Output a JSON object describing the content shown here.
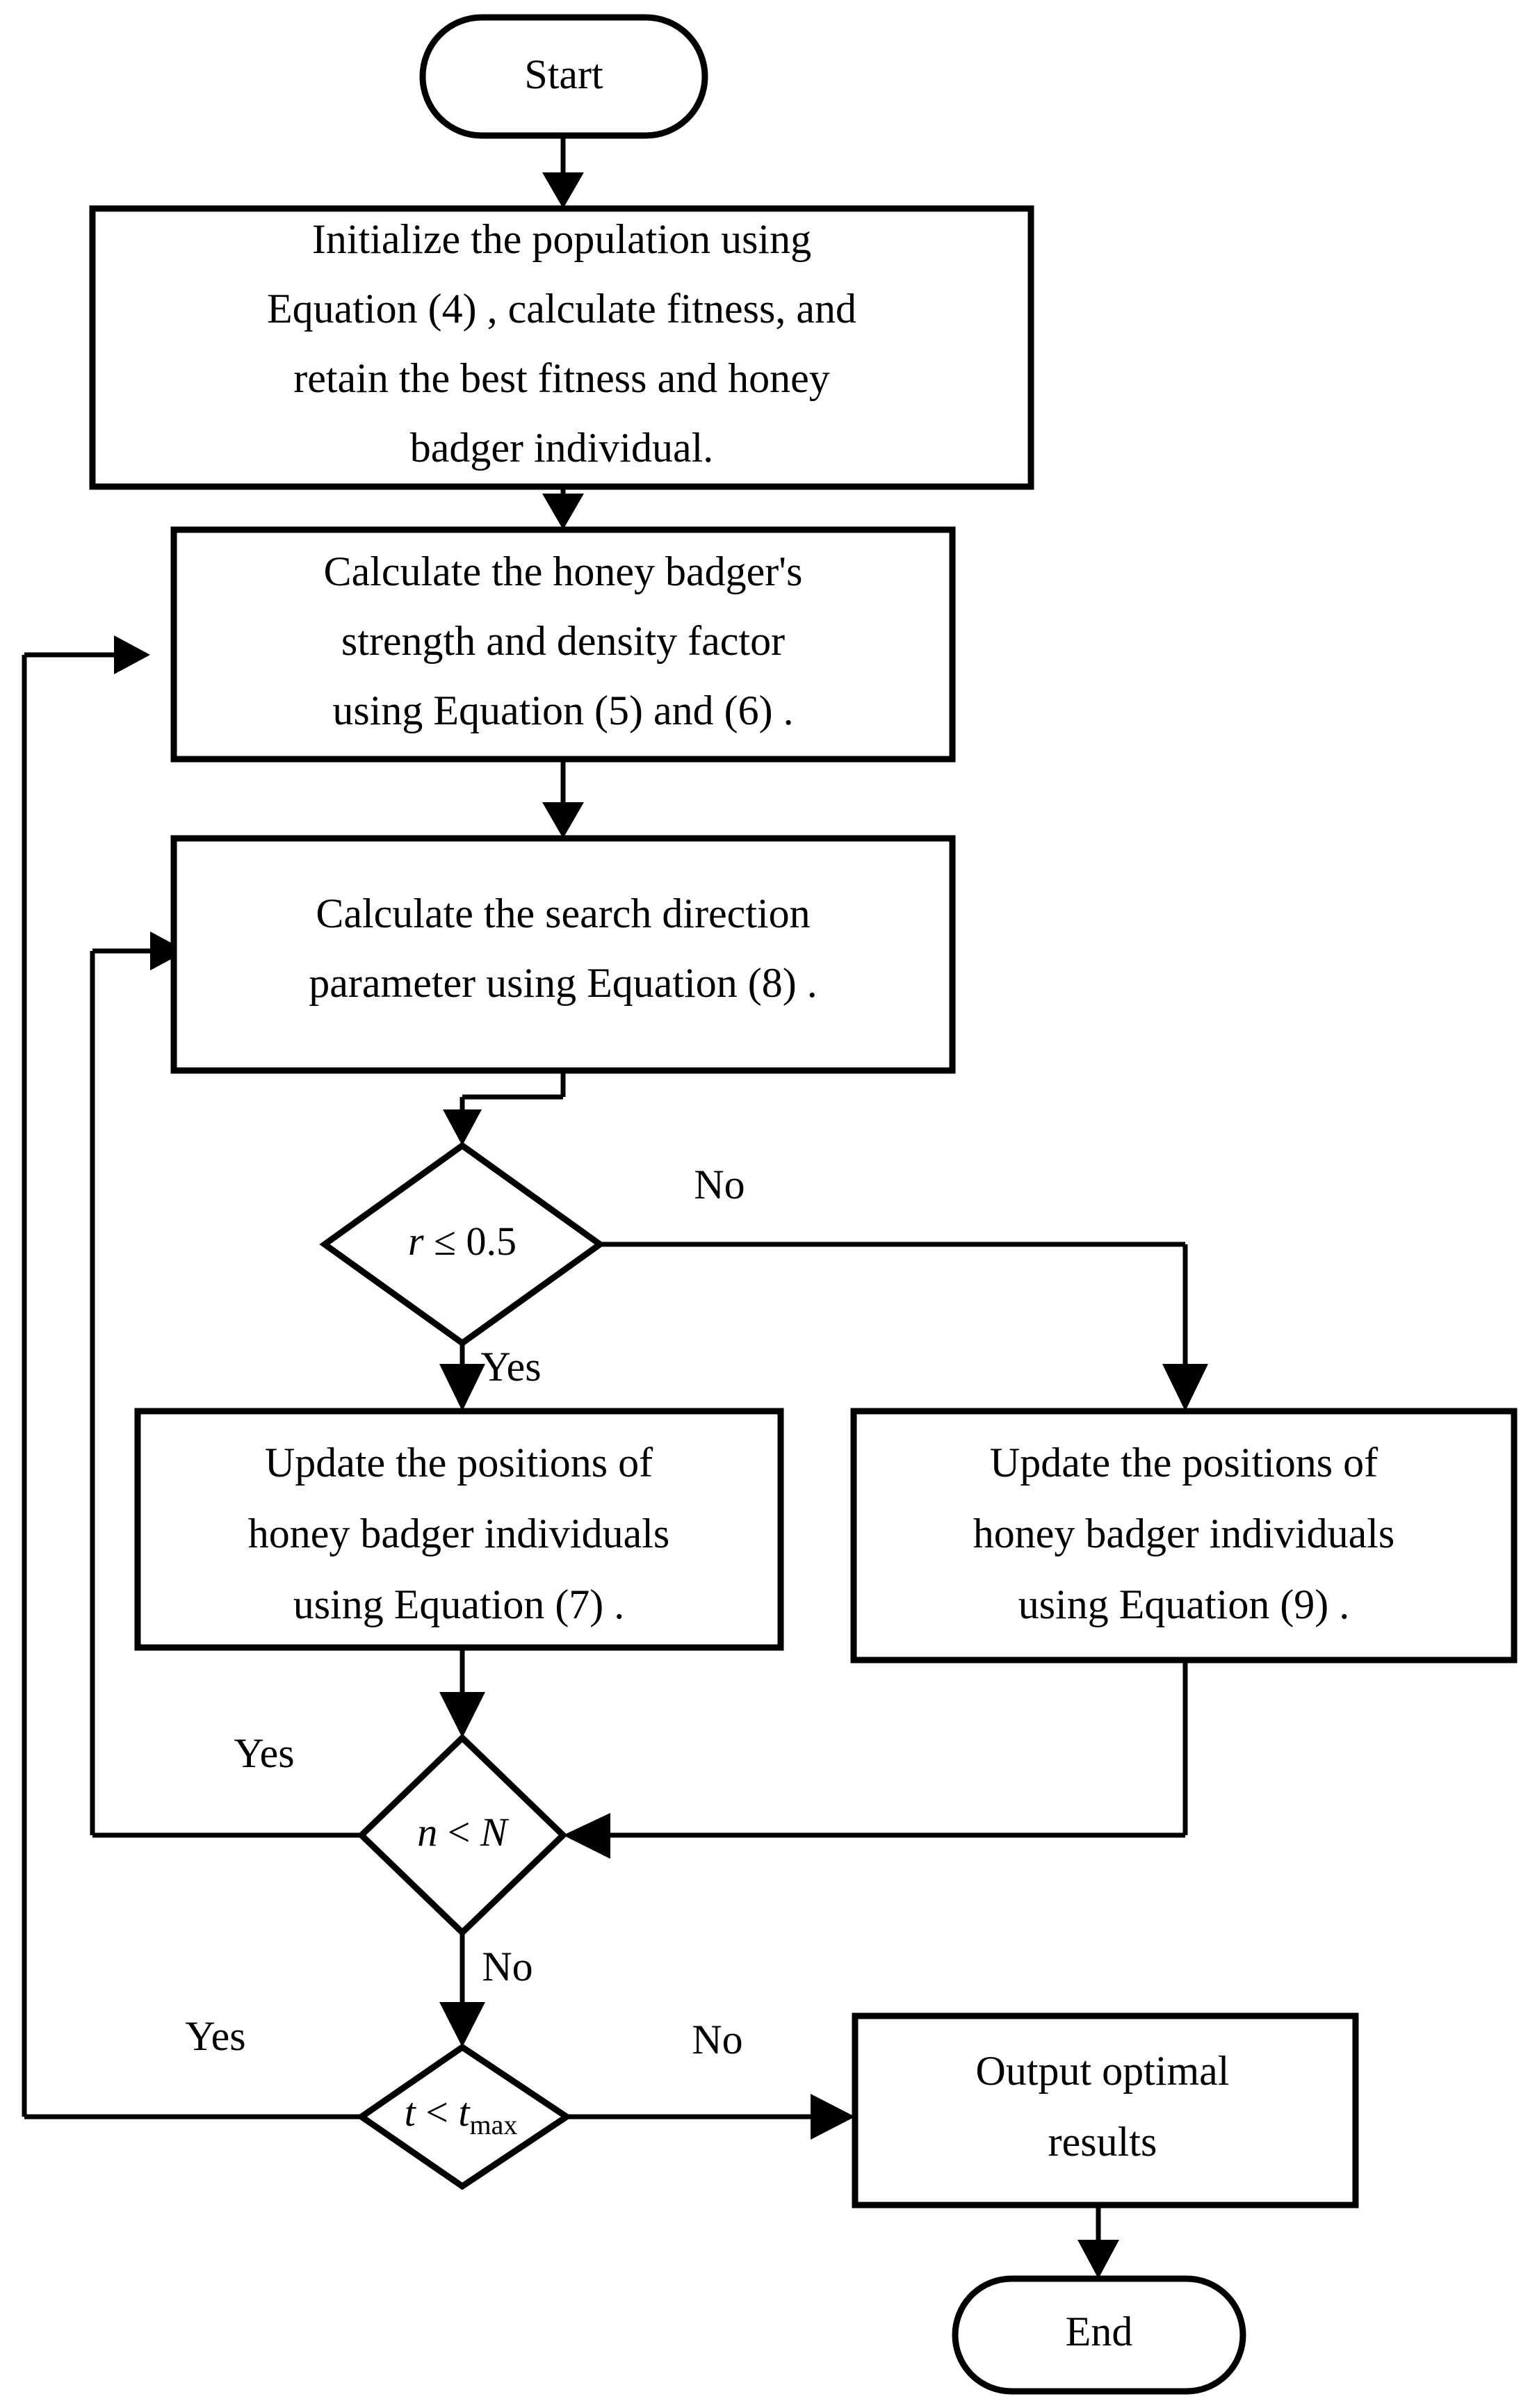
{
  "diagram": {
    "title": "Honey Badger Algorithm Flowchart",
    "background_color": "#ffffff",
    "line_color": "#000000",
    "text_color": "#000000"
  },
  "nodes": {
    "start": {
      "label": "Start",
      "shape": "rounded-terminator"
    },
    "init": {
      "line1": "Initialize the population using",
      "line2": "Equation (4) , calculate fitness, and",
      "line3": "retain the best fitness and honey",
      "line4": "badger individual.",
      "shape": "process"
    },
    "strength": {
      "line1": "Calculate the honey badger's",
      "line2": "strength and density factor",
      "line3": "using Equation (5) and (6) .",
      "shape": "process"
    },
    "direction": {
      "line1": "Calculate the search direction",
      "line2": "parameter using Equation (8) .",
      "shape": "process"
    },
    "decision_r": {
      "var": "r",
      "op": " ≤ 0.5",
      "shape": "decision"
    },
    "update_left": {
      "line1": "Update the positions of",
      "line2": "honey badger individuals",
      "line3": "using Equation (7) .",
      "shape": "process"
    },
    "update_right": {
      "line1": "Update the positions of",
      "line2": "honey badger individuals",
      "line3": "using Equation (9) .",
      "shape": "process"
    },
    "decision_n": {
      "var1": "n",
      "op": " < ",
      "var2": "N",
      "shape": "decision"
    },
    "decision_t": {
      "var1": "t",
      "op": " < ",
      "var2": "t",
      "sub": "max",
      "shape": "decision"
    },
    "output": {
      "line1": "Output optimal",
      "line2": "results",
      "shape": "process"
    },
    "end": {
      "label": "End",
      "shape": "rounded-terminator"
    }
  },
  "edge_labels": {
    "r_no": "No",
    "r_yes": "Yes",
    "n_yes": "Yes",
    "n_no": "No",
    "t_yes": "Yes",
    "t_no": "No"
  }
}
